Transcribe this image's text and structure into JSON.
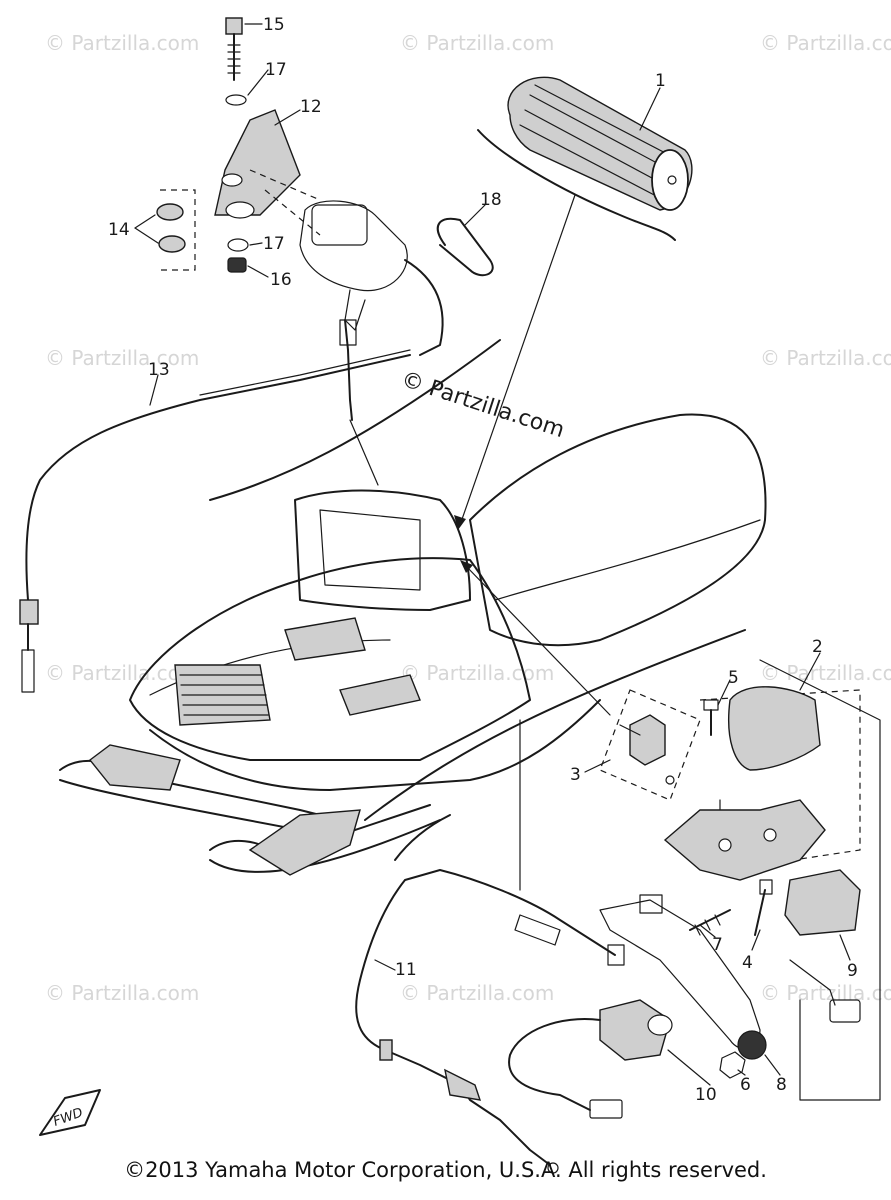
{
  "watermark": {
    "text": "© Partzilla.com",
    "center_text": "© Partzilla.com"
  },
  "callouts": [
    "1",
    "2",
    "3",
    "4",
    "5",
    "6",
    "7",
    "8",
    "9",
    "10",
    "11",
    "12",
    "13",
    "14",
    "15",
    "16",
    "17",
    "17",
    "18"
  ],
  "fwd_label": "FWD",
  "copyright": "©2013 Yamaha Motor Corporation, U.S.A. All rights reserved."
}
